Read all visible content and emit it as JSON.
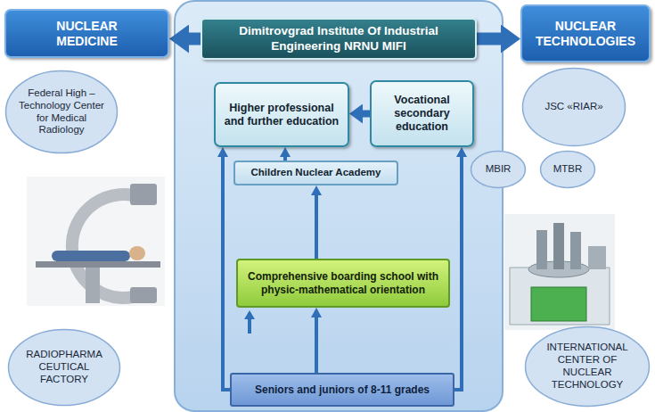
{
  "diagram": {
    "nodes": [
      {
        "text": [
          "NUCLEAR MEDICINE"
        ]
      },
      {
        "text": [
          "Dimitrovgrad Institute Of Industrial Engineering NRNU MIFI"
        ]
      },
      {
        "text": [
          "NUCLEAR TECHNOLOGIES"
        ]
      },
      {
        "text": [
          "Federal High – Technology Center for Medical Radiology"
        ]
      },
      {
        "text": [
          "Higher professional and further education"
        ]
      },
      {
        "text": [
          "Vocational secondary education"
        ]
      },
      {
        "text": [
          "JSC «RIAR»"
        ]
      },
      {
        "text": [
          "MBIR"
        ]
      },
      {
        "text": [
          "MTBR"
        ]
      },
      {
        "text": [
          "Children Nuclear Academy"
        ]
      },
      {
        "text": [
          "Comprehensive boarding school with physic-mathematical orientation"
        ]
      },
      {
        "text": [
          "RADIOPHARMA CEUTICAL FACTORY"
        ]
      },
      {
        "text": [
          "INTERNATIONAL CENTER OF NUCLEAR TECHNOLOGY"
        ]
      },
      {
        "text": [
          "Seniors and juniors of 8-11 grades"
        ]
      }
    ],
    "edges": [
      {
        "from": 1,
        "to": 0,
        "arrow": "to"
      },
      {
        "from": 1,
        "to": 2,
        "arrow": "to"
      },
      {
        "from": 5,
        "to": 4,
        "arrow": "to"
      },
      {
        "from": 9,
        "to": 4,
        "arrow": "to"
      },
      {
        "from": 10,
        "to": 9,
        "arrow": "to"
      },
      {
        "from": 13,
        "to": 4,
        "arrow": "to"
      },
      {
        "from": 13,
        "to": 10,
        "arrow": "to"
      },
      {
        "from": 13,
        "to": 5,
        "arrow": "to"
      }
    ]
  }
}
